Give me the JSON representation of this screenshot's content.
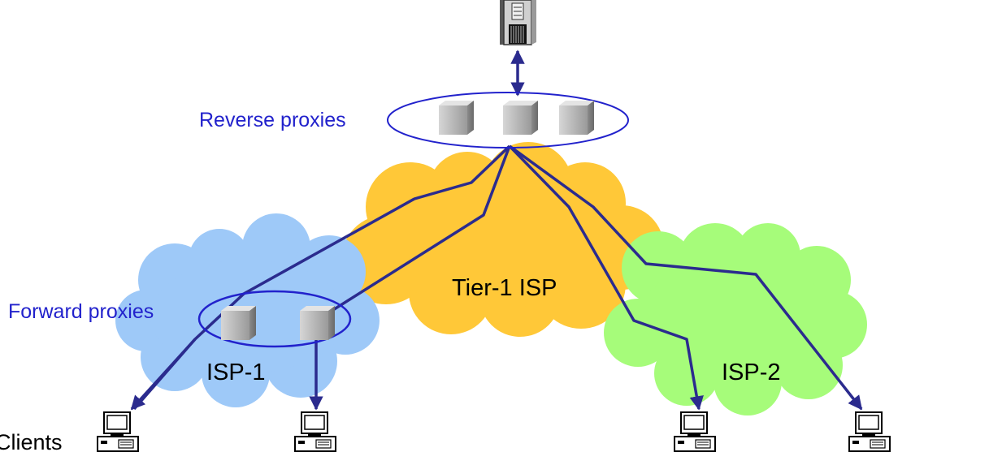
{
  "labels": {
    "reverse_proxies": "Reverse proxies",
    "forward_proxies": "Forward proxies",
    "tier1": "Tier-1 ISP",
    "isp1": "ISP-1",
    "isp2": "ISP-2",
    "clients": "Clients"
  },
  "colors": {
    "tier1_cloud": "#ffc838",
    "isp1_cloud": "#9ec9f8",
    "isp2_cloud": "#a6fc7a",
    "link": "#2b2b8e",
    "proxy_group_outline": "#2222cc",
    "label_blue": "#2222cc"
  },
  "icons": {
    "origin": "origin-server-icon",
    "proxy": "proxy-cache-icon",
    "client": "client-computer-icon"
  }
}
